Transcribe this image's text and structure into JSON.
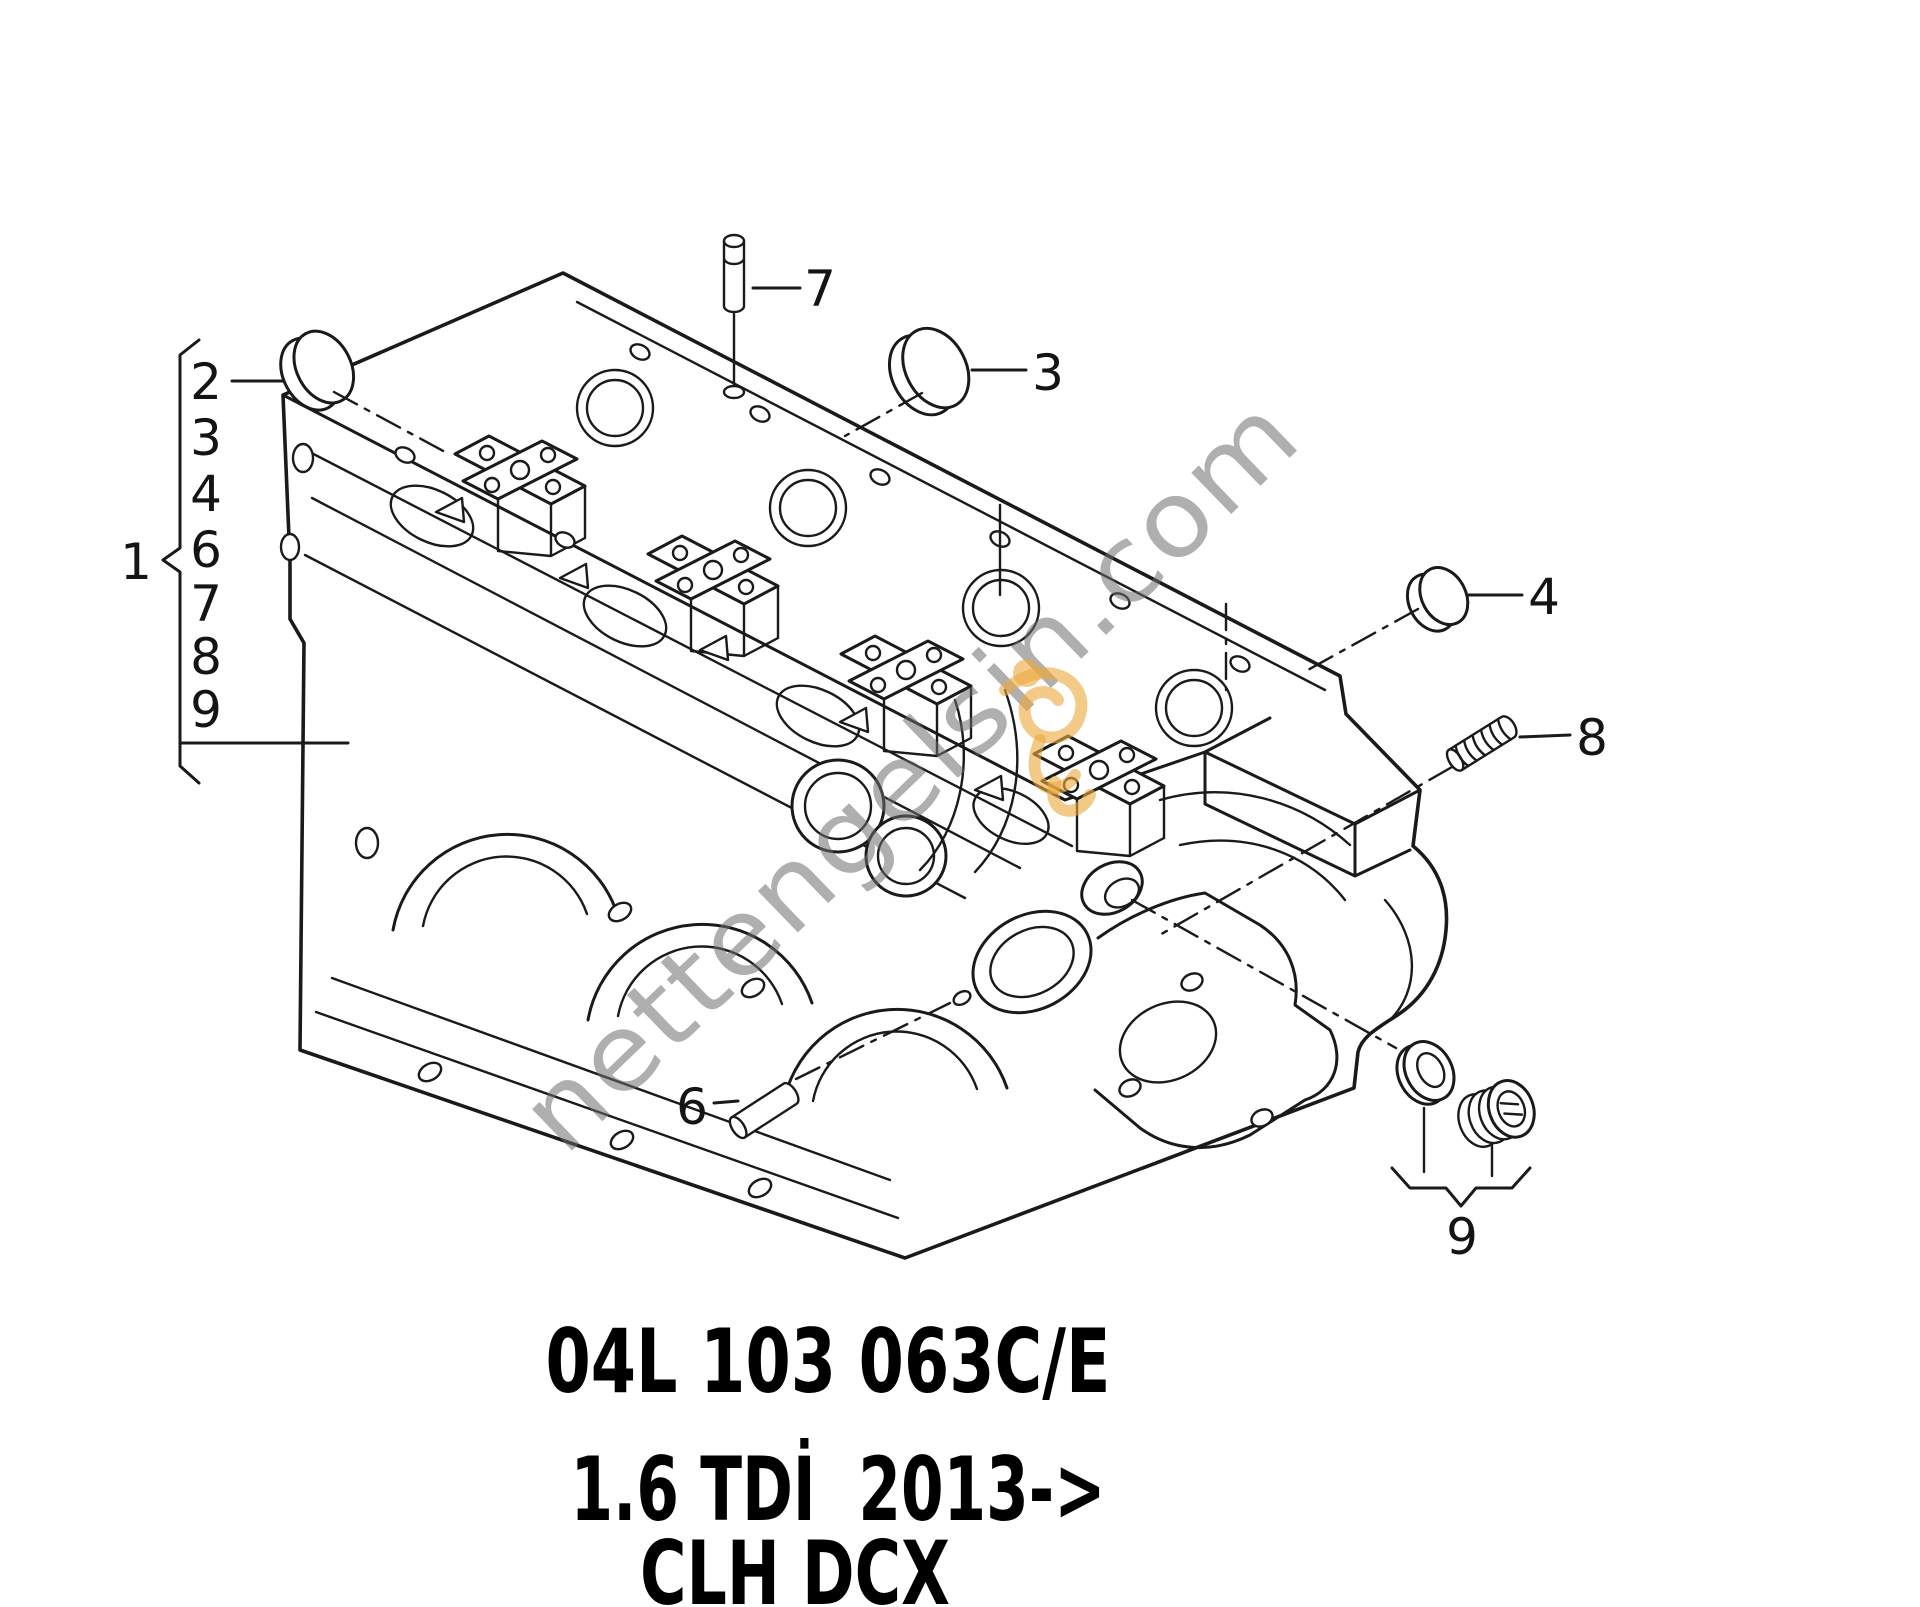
{
  "diagram": {
    "background": "#ffffff",
    "ink_color": "#1a1a1a",
    "subject": "cylinder-head-exploded-view"
  },
  "legend": {
    "group_label": "1",
    "items": [
      "2",
      "3",
      "4",
      "6",
      "7",
      "8",
      "9"
    ]
  },
  "callouts": {
    "3": "3",
    "4": "4",
    "6": "6",
    "7": "7",
    "8": "8",
    "9": "9"
  },
  "watermark": {
    "text": "nettengelsin.com",
    "gray_color": "#9c9c9c",
    "orange_color": "#eda93f"
  },
  "footer": {
    "part_number": "04L 103 063C/E",
    "engine": "1.6 TDİ  2013->",
    "engine_codes": "CLH DCX"
  }
}
